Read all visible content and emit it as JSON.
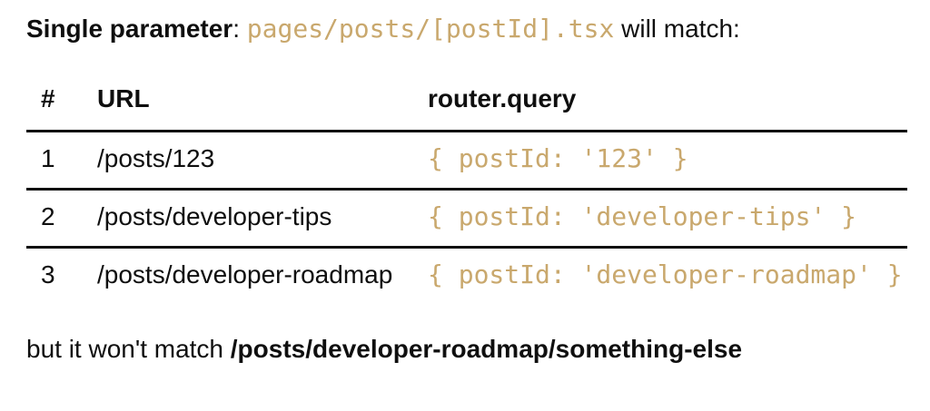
{
  "theme": {
    "background": "#ffffff",
    "text_color": "#0f0f0f",
    "code_color": "#c9a86d",
    "border_color": "#0f0f0f"
  },
  "intro": {
    "bold_label": "Single parameter",
    "separator": ": ",
    "code": "pages/posts/[postId].tsx",
    "suffix": " will match:"
  },
  "table": {
    "columns": [
      {
        "label": "#"
      },
      {
        "label": "URL"
      },
      {
        "label": "router.query"
      }
    ],
    "rows": [
      {
        "num": "1",
        "url": "/posts/123",
        "query": "{ postId: '123' }"
      },
      {
        "num": "2",
        "url": "/posts/developer-tips",
        "query": "{ postId: 'developer-tips' }"
      },
      {
        "num": "3",
        "url": "/posts/developer-roadmap",
        "query": "{ postId: 'developer-roadmap' }"
      }
    ]
  },
  "footer": {
    "prefix": "but it won't match ",
    "bold_path": "/posts/developer-roadmap/something-else"
  }
}
